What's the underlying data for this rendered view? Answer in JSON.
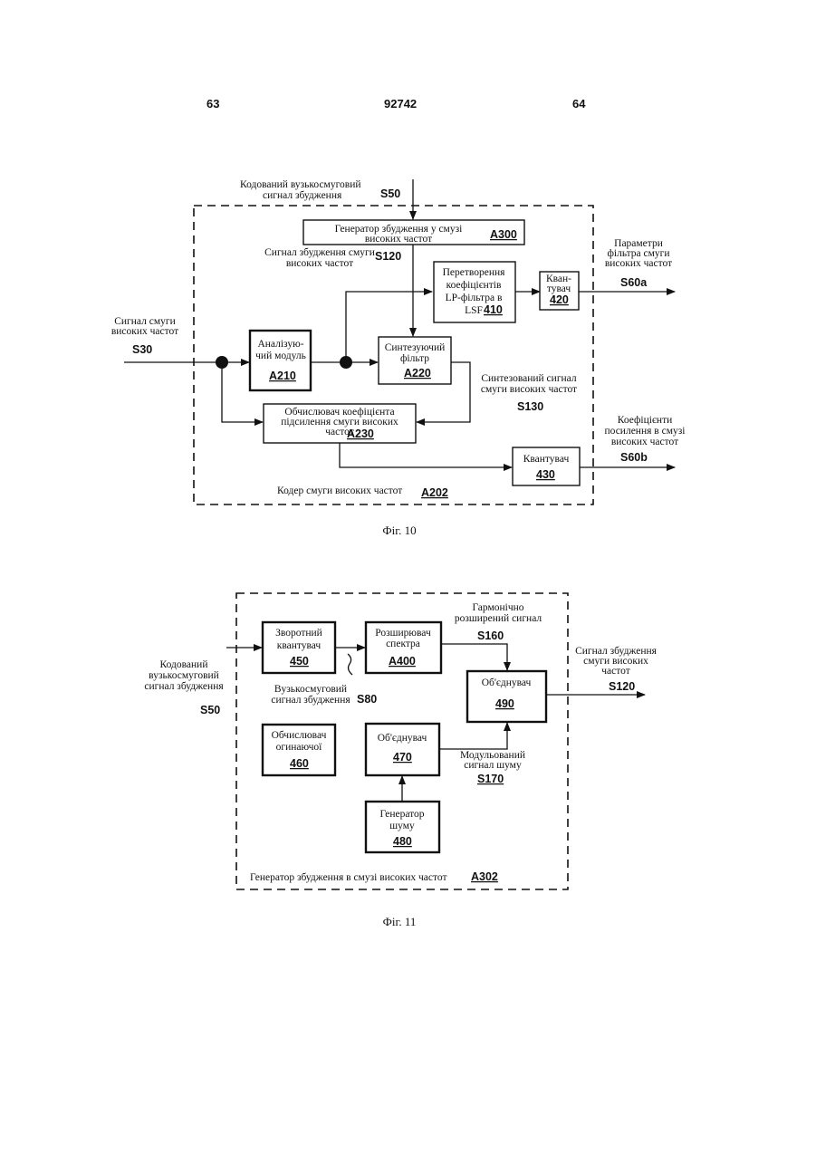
{
  "header": {
    "left_page": "63",
    "doc_number": "92742",
    "right_page": "64"
  },
  "fig10": {
    "caption": "Фіг. 10",
    "input_top_line1": "Кодований вузькосмуговий",
    "input_top_line2": "сигнал збудження",
    "input_top_id": "S50",
    "gen_label": "Генератор збудження у смузі\nвисоких частот",
    "gen_id": "A300",
    "hb_exc_label": "Сигнал збудження смуги\nвисоких частот",
    "hb_exc_id": "S120",
    "lp_label": "Перетворення\nкоефіцієнтів\nLP-фільтра в\nLSF",
    "lp_id": "410",
    "q420_label": "Кван-\nтувач",
    "q420_id": "420",
    "out1_label": "Параметри\nфільтра смуги\nвисоких частот",
    "out1_id": "S60a",
    "in_label": "Сигнал смуги\nвисоких частот",
    "in_id": "S30",
    "an_label": "Аналізую-\nчий модуль",
    "an_id": "A210",
    "syn_label": "Синтезуючий\nфільтр",
    "syn_id": "A220",
    "synth_sig_label": "Синтезований сигнал\nсмуги високих частот",
    "synth_sig_id": "S130",
    "gain_label": "Обчислювач коефіцієнта\nпідсилення смуги високих\nчастот",
    "gain_id": "A230",
    "out2_label": "Коефіцієнти\nпосилення в смузі\nвисоких частот",
    "out2_id": "S60b",
    "q430_label": "Квантувач",
    "q430_id": "430",
    "encoder_label": "Кодер смуги високих частот",
    "encoder_id": "A202"
  },
  "fig11": {
    "caption": "Фіг. 11",
    "iq_label": "Зворотний\nквантувач",
    "iq_id": "450",
    "se_label": "Розширювач\nспектра",
    "se_id": "A400",
    "harm_label": "Гармонічно\nрозширений сигнал",
    "harm_id": "S160",
    "out_label": "Сигнал збудження\nсмуги високих\nчастот",
    "out_id": "S120",
    "in_label": "Кодований\nвузькосмуговий\nсигнал збудження",
    "in_id": "S50",
    "nb_label": "Вузькосмуговий\nсигнал збудження",
    "nb_id": "S80",
    "comb490_label": "Об'єднувач",
    "comb490_id": "490",
    "env_label": "Обчислювач\nогинаючої",
    "env_id": "460",
    "comb470_label": "Об'єднувач",
    "comb470_id": "470",
    "mod_label": "Модульований\nсигнал шуму",
    "mod_id": "S170",
    "noise_label": "Генератор\nшуму",
    "noise_id": "480",
    "gen_label": "Генератор збудження в смузі високих частот",
    "gen_id": "A302"
  }
}
